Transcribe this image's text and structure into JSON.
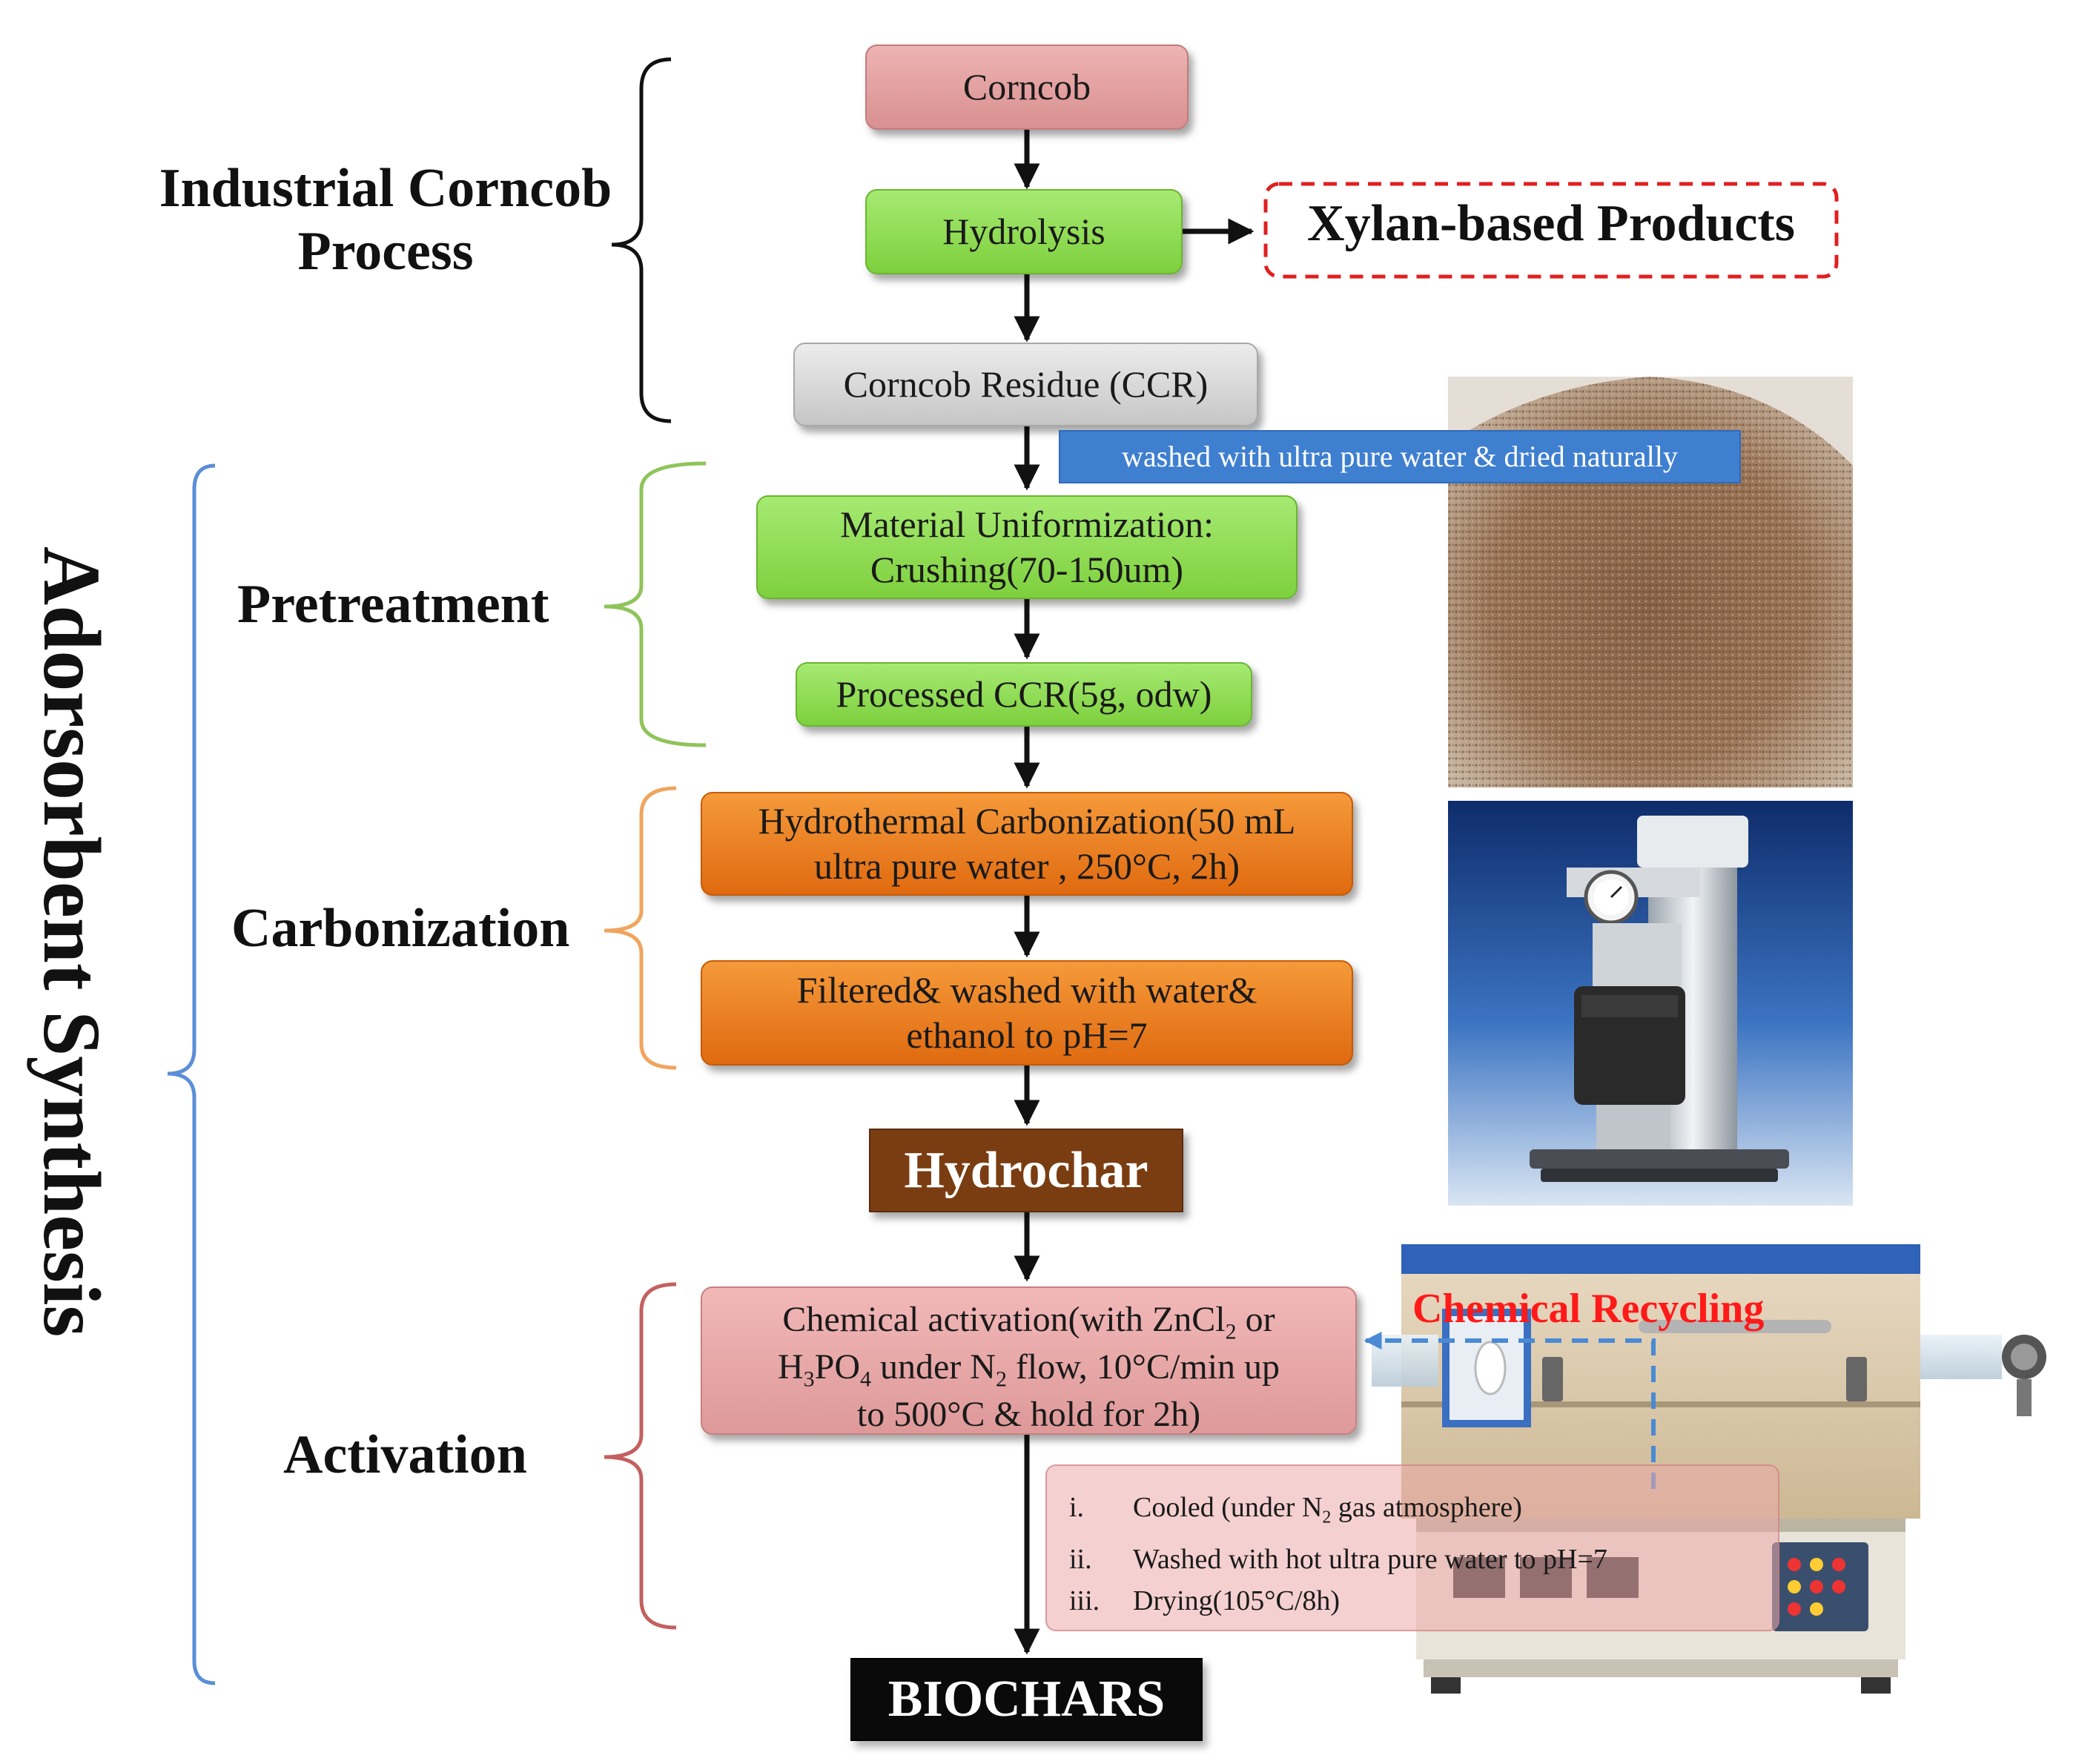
{
  "colors": {
    "arrow": "#111111",
    "industrial_bracket": "#111111",
    "synthesis_bracket": "#5b8ed6",
    "pretreatment_bracket": "#8fc45a",
    "carbonization_bracket": "#f0a55f",
    "activation_bracket": "#c46060",
    "recycle_dash": "#4a8ad4",
    "xylan_border": "#e02020",
    "recycle_text": "#ff1a1a",
    "hydrochar_bg": "#7a3d12",
    "biochars_bg": "#0a0a0a",
    "wash_note_bg": "#3f7fd0"
  },
  "sections": {
    "industrial": "Industrial Corncob Process",
    "synthesis": "Adorsorbent Synthesis",
    "pretreatment": "Pretreatment",
    "carbonization": "Carbonization",
    "activation": "Activation"
  },
  "nodes": {
    "corncob": "Corncob",
    "hydrolysis": "Hydrolysis",
    "xylan": "Xylan-based Products",
    "residue": "Corncob Residue (CCR)",
    "wash_note": "washed with ultra pure water & dried naturally",
    "uniform": "Material  Uniformization: Crushing(70-150um)",
    "processed": "Processed CCR(5g, odw)",
    "htc": "Hydrothermal Carbonization(50 mL ultra pure water , 250°C, 2h)",
    "filtered": "Filtered& washed with water& ethanol to pH=7",
    "hydrochar": "Hydrochar",
    "activation_box": {
      "line1": "Chemical activation(with ZnCl",
      "sub1": "2",
      "line1b": " or",
      "line2a": "H",
      "sub2a": "3",
      "line2b": "PO",
      "sub2b": "4",
      "line2c": " under N",
      "sub2c": "2",
      "line2d": " flow, 10°C/min up",
      "line3": "to 500°C & hold for 2h)"
    },
    "recycling": "Chemical Recycling",
    "steps": [
      {
        "num": "i.",
        "pre": "Cooled (under N",
        "sub": "2",
        "post": " gas atmosphere)"
      },
      {
        "num": "ii.",
        "pre": "Washed with hot ultra pure water to pH=7",
        "sub": "",
        "post": ""
      },
      {
        "num": "iii.",
        "pre": "Drying(105°C/8h)",
        "sub": "",
        "post": ""
      }
    ],
    "biochars": "BIOCHARS"
  },
  "images": {
    "residue_photo": "corncob-residue-powder",
    "reactor_photo": "hydrothermal-reactor",
    "furnace_photo": "tube-furnace"
  }
}
